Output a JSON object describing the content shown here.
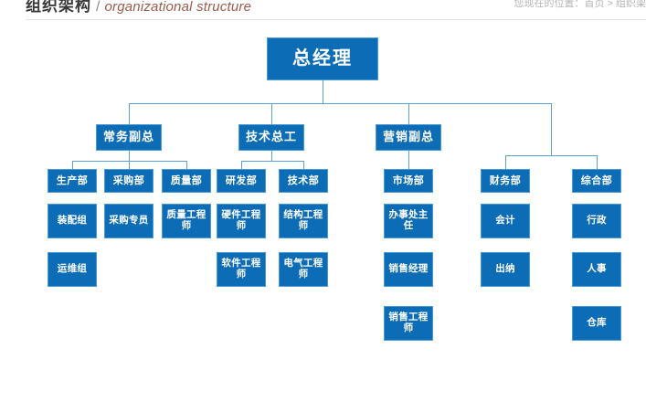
{
  "header": {
    "title_cn": "组织架构",
    "separator": "/",
    "title_en": "organizational structure",
    "breadcrumb": "您现在的位置：首页 > 组织架"
  },
  "theme": {
    "node_fill": "#0d6cb6",
    "node_border": "#4a9ad6",
    "node_text": "#ffffff",
    "connector": "#5b9fd4",
    "title_cn_color": "#3a3a3a",
    "title_en_color": "#9c5b4a"
  },
  "chart_data": {
    "type": "diagram",
    "title": "组织架构",
    "nodes": [
      {
        "id": "gm",
        "label": "总经理",
        "level": 1,
        "parent": null
      },
      {
        "id": "vp_exec",
        "label": "常务副总",
        "level": 2,
        "parent": "gm"
      },
      {
        "id": "cto",
        "label": "技术总工",
        "level": 2,
        "parent": "gm"
      },
      {
        "id": "vp_sales",
        "label": "营销副总",
        "level": 2,
        "parent": "gm"
      },
      {
        "id": "prod",
        "label": "生产部",
        "level": 3,
        "parent": "vp_exec"
      },
      {
        "id": "purch",
        "label": "采购部",
        "level": 3,
        "parent": "vp_exec"
      },
      {
        "id": "qa",
        "label": "质量部",
        "level": 3,
        "parent": "vp_exec"
      },
      {
        "id": "rd",
        "label": "研发部",
        "level": 3,
        "parent": "cto"
      },
      {
        "id": "tech",
        "label": "技术部",
        "level": 3,
        "parent": "cto"
      },
      {
        "id": "market",
        "label": "市场部",
        "level": 3,
        "parent": "vp_sales"
      },
      {
        "id": "finance",
        "label": "财务部",
        "level": 3,
        "parent": "gm"
      },
      {
        "id": "general",
        "label": "综合部",
        "level": 3,
        "parent": "gm"
      },
      {
        "id": "assembly",
        "label": "装配组",
        "level": 4,
        "parent": "prod"
      },
      {
        "id": "buyer",
        "label": "采购专员",
        "level": 4,
        "parent": "purch"
      },
      {
        "id": "qa_eng",
        "label": "质量工程师",
        "level": 4,
        "parent": "qa"
      },
      {
        "id": "hw_eng",
        "label": "硬件工程师",
        "level": 4,
        "parent": "rd"
      },
      {
        "id": "st_eng",
        "label": "结构工程师",
        "level": 4,
        "parent": "tech"
      },
      {
        "id": "office",
        "label": "办事处主任",
        "level": 4,
        "parent": "market"
      },
      {
        "id": "acct",
        "label": "会计",
        "level": 4,
        "parent": "finance"
      },
      {
        "id": "admin",
        "label": "行政",
        "level": 4,
        "parent": "general"
      },
      {
        "id": "ops",
        "label": "运维组",
        "level": 5,
        "parent": "assembly"
      },
      {
        "id": "sw_eng",
        "label": "软件工程师",
        "level": 5,
        "parent": "hw_eng"
      },
      {
        "id": "ee_eng",
        "label": "电气工程师",
        "level": 5,
        "parent": "st_eng"
      },
      {
        "id": "sales_mgr",
        "label": "销售经理",
        "level": 5,
        "parent": "office"
      },
      {
        "id": "cashier",
        "label": "出纳",
        "level": 5,
        "parent": "acct"
      },
      {
        "id": "hr",
        "label": "人事",
        "level": 5,
        "parent": "admin"
      },
      {
        "id": "sales_eng",
        "label": "销售工程师",
        "level": 6,
        "parent": "sales_mgr"
      },
      {
        "id": "warehouse",
        "label": "仓库",
        "level": 6,
        "parent": "hr"
      }
    ],
    "levels": 6,
    "node_count": 28,
    "orientation": "top-down"
  }
}
